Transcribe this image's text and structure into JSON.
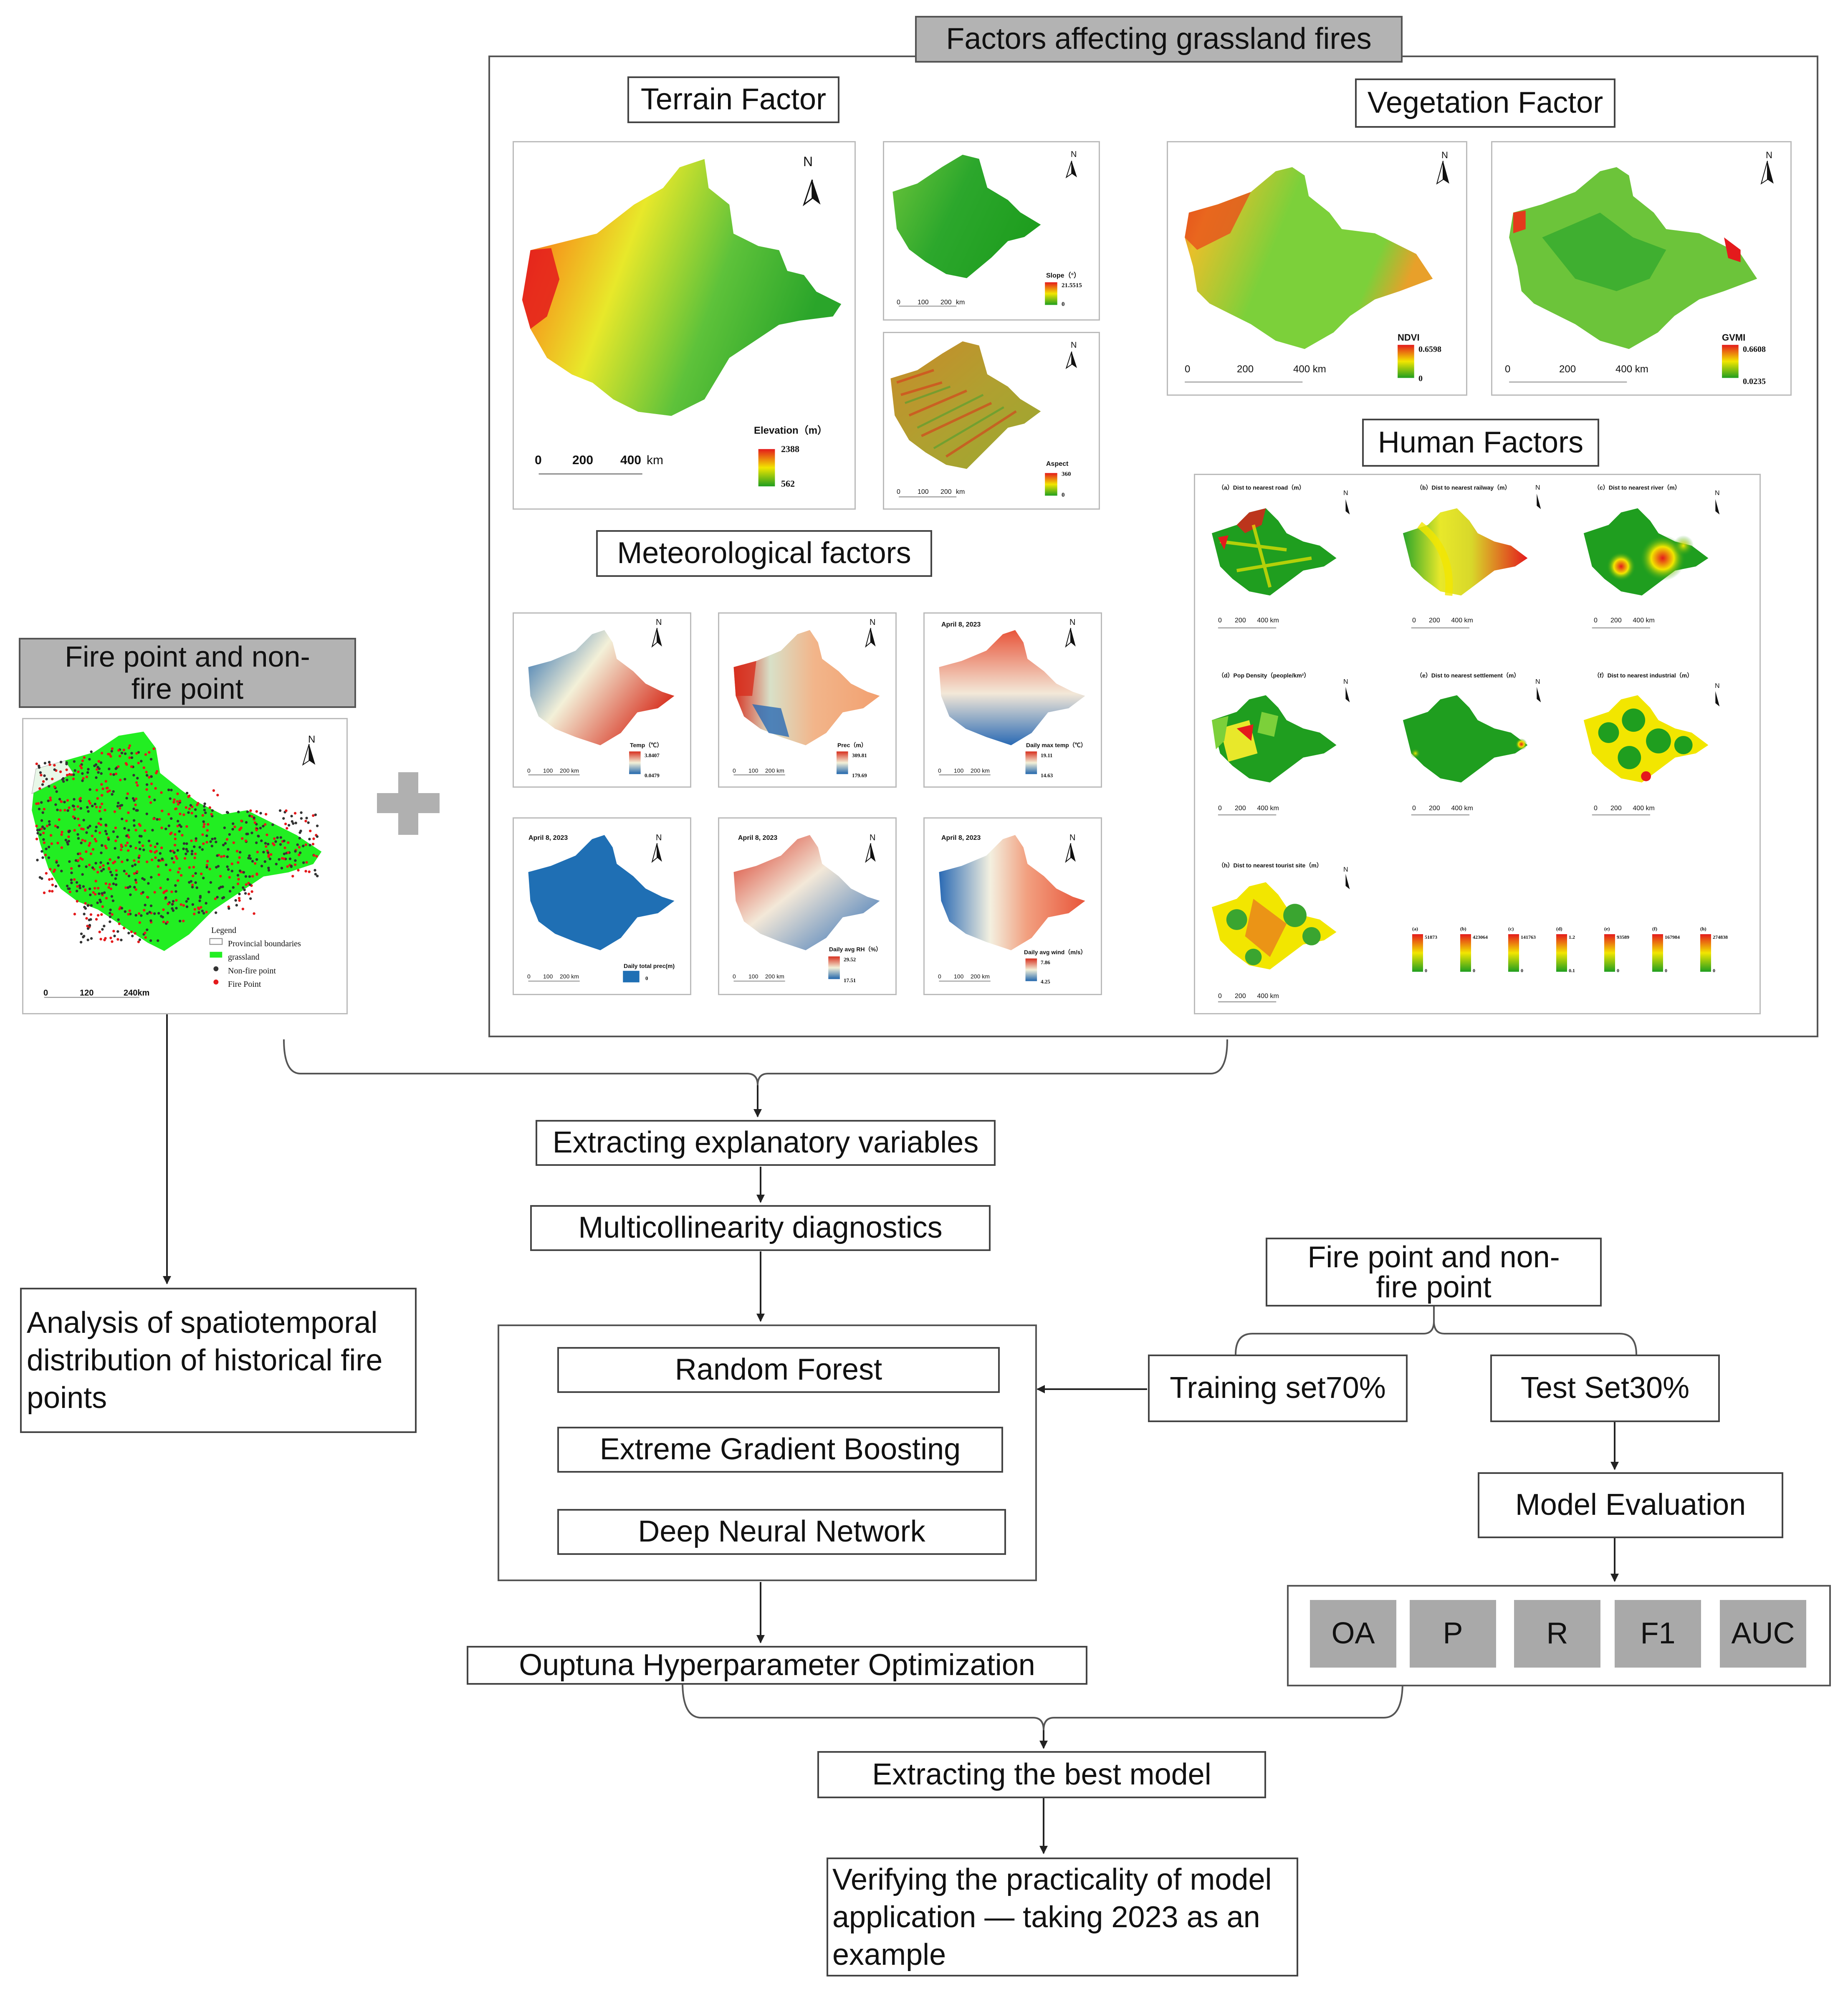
{
  "header": {
    "title": "Factors affecting grassland fires"
  },
  "sections": {
    "terrain": "Terrain Factor",
    "vegetation": "Vegetation Factor",
    "meteorological": "Meteorological factors",
    "human": "Human Factors"
  },
  "maps": {
    "elevation": {
      "label": "Elevation（m）",
      "max": "2388",
      "min": "562",
      "scale": [
        "0",
        "200",
        "400"
      ],
      "unit": "km"
    },
    "slope": {
      "label": "Slope（°）",
      "max": "21.5515",
      "min": "0",
      "scale": [
        "0",
        "100",
        "200"
      ],
      "unit": "km"
    },
    "aspect": {
      "label": "Aspect",
      "max": "360",
      "min": "0",
      "scale": [
        "0",
        "100",
        "200"
      ],
      "unit": "km"
    },
    "ndvi": {
      "label": "NDVI",
      "max": "0.6598",
      "min": "0",
      "scale": [
        "0",
        "200",
        "400 km"
      ]
    },
    "gvmi": {
      "label": "GVMI",
      "max": "0.6608",
      "min": "0.0235",
      "scale": [
        "0",
        "200",
        "400 km"
      ]
    },
    "temp": {
      "label": "Temp（℃）",
      "max": "3.8407",
      "min": "0.0479",
      "scale": [
        "0",
        "100",
        "200 km"
      ]
    },
    "prec": {
      "label": "Prec（m）",
      "max": "309.81",
      "min": "179.69",
      "scale": [
        "0",
        "100",
        "200 km"
      ]
    },
    "maxtemp": {
      "date": "April 8, 2023",
      "label": "Daily max temp（℃）",
      "max": "19.11",
      "min": "14.63",
      "scale": [
        "0",
        "100",
        "200 km"
      ]
    },
    "totalprec": {
      "date": "April 8, 2023",
      "label": "Daily total prec(m)",
      "value": "0",
      "scale": [
        "0",
        "100",
        "200 km"
      ]
    },
    "rh": {
      "date": "April 8, 2023",
      "label": "Daily avg RH（%）",
      "max": "29.52",
      "min": "17.51",
      "scale": [
        "0",
        "100",
        "200 km"
      ]
    },
    "wind": {
      "date": "April 8, 2023",
      "label": "Daily avg wind（m/s）",
      "max": "7.86",
      "min": "4.25",
      "scale": [
        "0",
        "100",
        "200 km"
      ]
    }
  },
  "human_maps": [
    {
      "title": "（a）Dist to nearest road（m）",
      "scale": [
        "0",
        "200",
        "400 km"
      ]
    },
    {
      "title": "（b）Dist to nearest railway（m）",
      "scale": [
        "0",
        "200",
        "400 km"
      ]
    },
    {
      "title": "（c）Dist to nearest river（m）",
      "scale": [
        "0",
        "200",
        "400 km"
      ]
    },
    {
      "title": "（d）Pop Density（people/km²）",
      "scale": [
        "0",
        "200",
        "400 km"
      ]
    },
    {
      "title": "（e）Dist to nearest settlement（m）",
      "scale": [
        "0",
        "200",
        "400 km"
      ]
    },
    {
      "title": "（f）Dist to nearest industrial（m）",
      "scale": [
        "0",
        "200",
        "400 km"
      ]
    },
    {
      "title": "（h）Dist to nearest tourist site（m）",
      "scale": [
        "0",
        "200",
        "400 km"
      ]
    }
  ],
  "human_legend": [
    {
      "key": "(a)",
      "max": "51873",
      "min": "0"
    },
    {
      "key": "(b)",
      "max": "423064",
      "min": "0"
    },
    {
      "key": "(c)",
      "max": "141763",
      "min": "0"
    },
    {
      "key": "(d)",
      "max": "1.2",
      "min": "0.1"
    },
    {
      "key": "(e)",
      "max": "93589",
      "min": "0"
    },
    {
      "key": "(f)",
      "max": "167984",
      "min": "0"
    },
    {
      "key": "(h)",
      "max": "274838",
      "min": "0"
    }
  ],
  "fire_panel": {
    "title": "Fire point and non-fire point",
    "legend_title": "Legend",
    "legend_items": [
      "Provincial boundaries",
      "grassland",
      "Non-fire point",
      "Fire Point"
    ],
    "scale": [
      "0",
      "120",
      "240km"
    ]
  },
  "flow": {
    "extract_vars": "Extracting explanatory variables",
    "multicollinearity": "Multicollinearity diagnostics",
    "models": [
      "Random Forest",
      "Extreme Gradient Boosting",
      "Deep Neural Network"
    ],
    "optuna": "Ouptuna Hyperparameter Optimization",
    "analysis": "Analysis of spatiotemporal distribution of historical fire points",
    "fire_points": "Fire point and non-fire point",
    "training": "Training set70%",
    "test": "Test Set30%",
    "evaluation": "Model Evaluation",
    "metrics": [
      "OA",
      "P",
      "R",
      "F1",
      "AUC"
    ],
    "best_model": "Extracting the best model",
    "verify": "Verifying the practicality of model application — taking 2023 as an example"
  },
  "north": "N",
  "colors": {
    "red": "#e41a1c",
    "yellow": "#f2e600",
    "green": "#1f9e1f",
    "bright_green": "#22ee22",
    "blue": "#1f6fb4",
    "gray_box": "#b3b3b3"
  }
}
